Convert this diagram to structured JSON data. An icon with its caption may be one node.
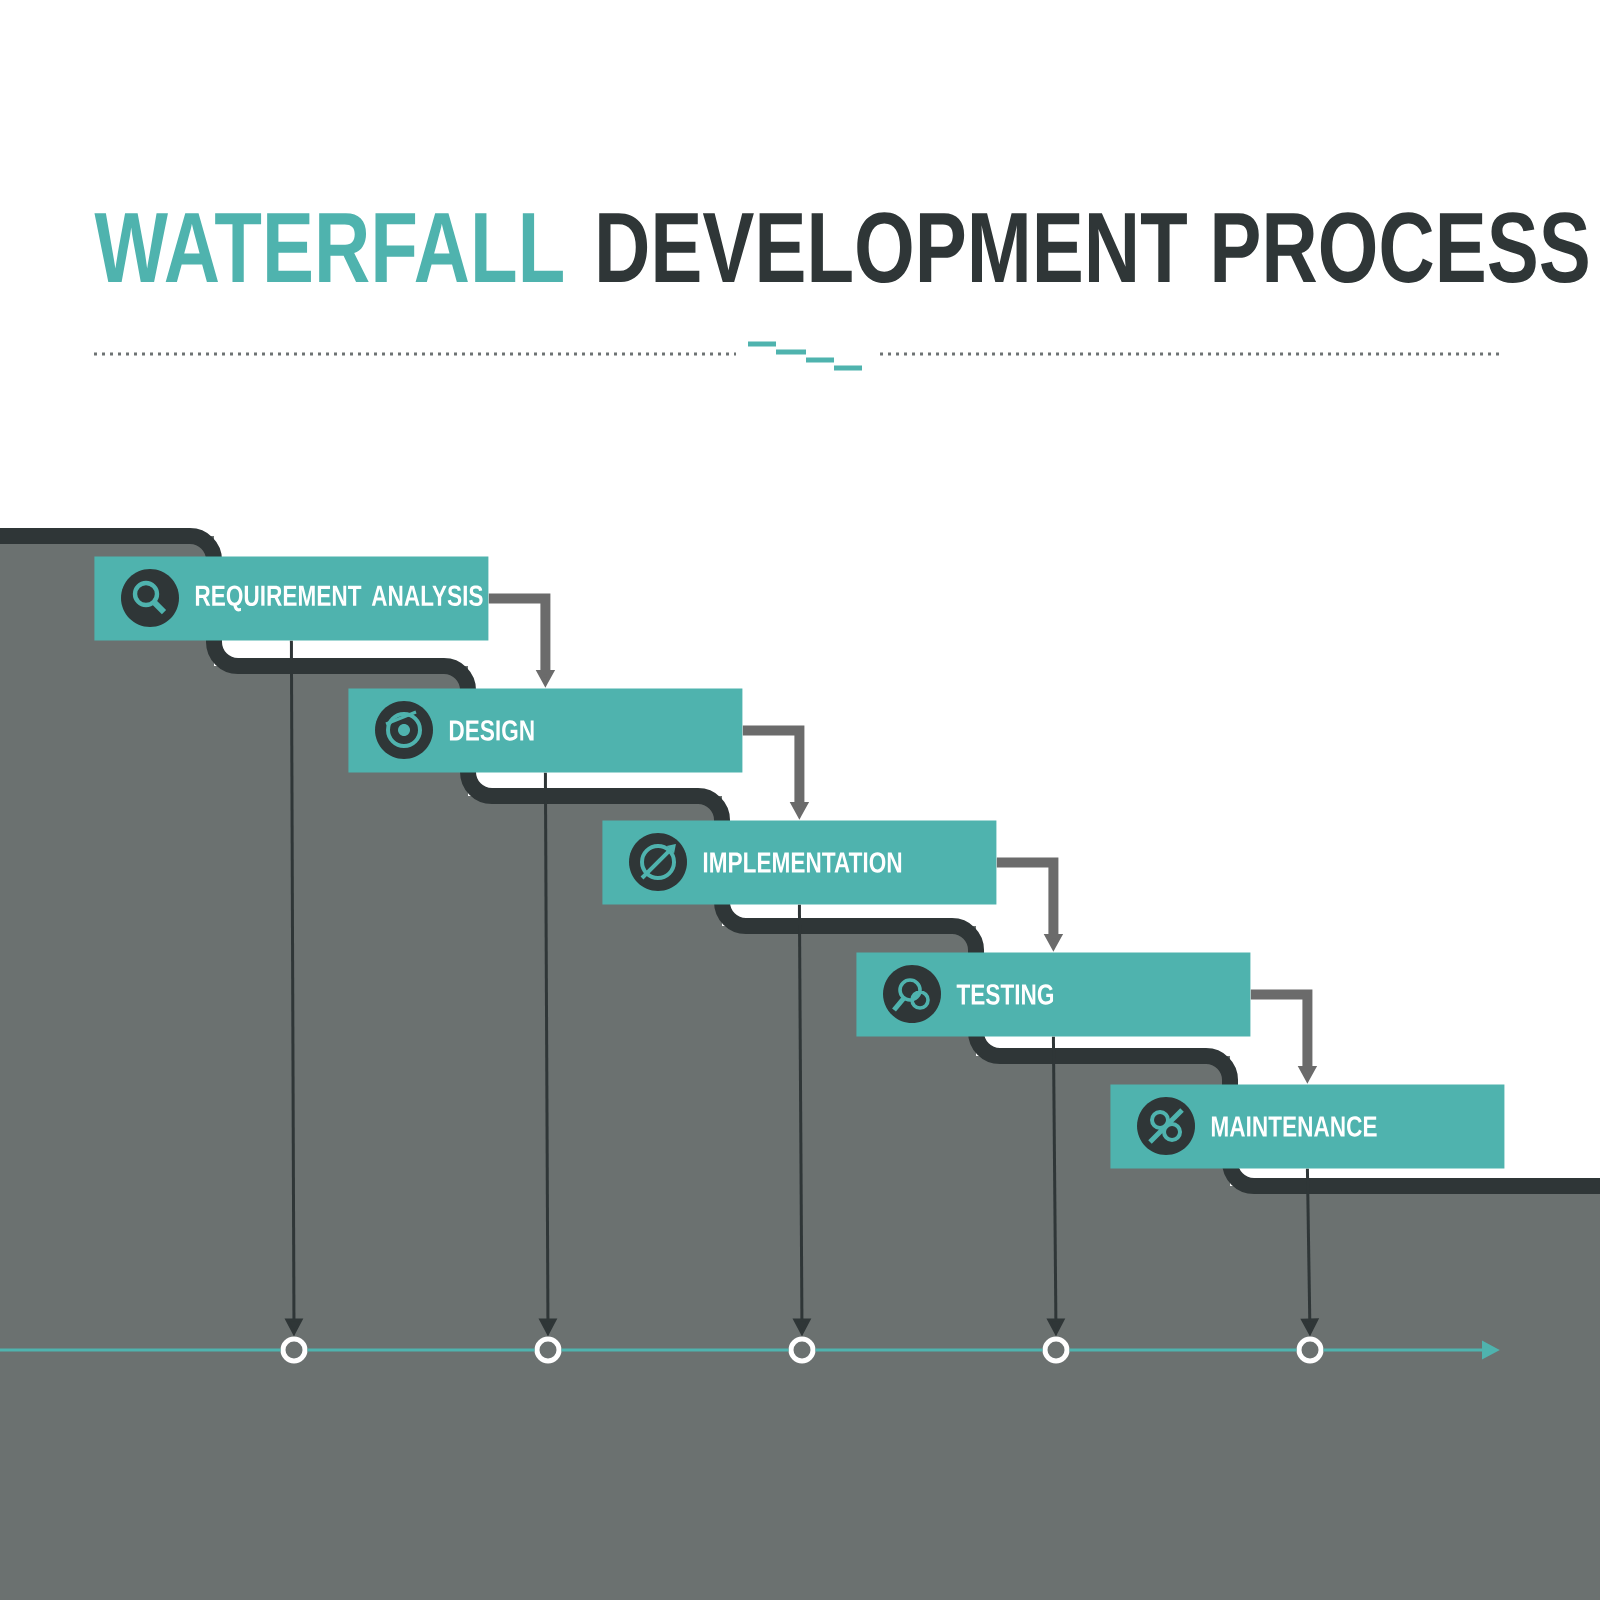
{
  "diagram": {
    "nodes": [
      {
        "text": [
          "REQUIREMENT ANALYSIS"
        ]
      },
      {
        "text": [
          "DESIGN"
        ]
      },
      {
        "text": [
          "IMPLEMENTATION"
        ]
      },
      {
        "text": [
          "TESTING"
        ]
      },
      {
        "text": [
          "MAINTENANCE"
        ]
      },
      {
        "text": [],
        "shape": "circle"
      },
      {
        "text": [],
        "shape": "circle"
      },
      {
        "text": [],
        "shape": "circle"
      },
      {
        "text": [],
        "shape": "circle"
      },
      {
        "text": [],
        "shape": "circle"
      }
    ],
    "edges": [
      {
        "from": 0,
        "to": 1,
        "arrow": "to",
        "style": "thick",
        "color": "#6b6b6b"
      },
      {
        "from": 1,
        "to": 2,
        "arrow": "to",
        "style": "thick",
        "color": "#6b6b6b"
      },
      {
        "from": 2,
        "to": 3,
        "arrow": "to",
        "style": "thick",
        "color": "#6b6b6b"
      },
      {
        "from": 3,
        "to": 4,
        "arrow": "to",
        "style": "thick",
        "color": "#6b6b6b"
      },
      {
        "from": 0,
        "to": 5,
        "arrow": "to",
        "color": "#2f3637"
      },
      {
        "from": 1,
        "to": 6,
        "arrow": "to",
        "color": "#2f3637"
      },
      {
        "from": 2,
        "to": 7,
        "arrow": "to",
        "color": "#2f3637"
      },
      {
        "from": 3,
        "to": 8,
        "arrow": "to",
        "color": "#2f3637"
      },
      {
        "from": 4,
        "to": 9,
        "arrow": "to",
        "color": "#2f3637"
      },
      {
        "from": null,
        "to": 5,
        "arrow": "none",
        "color": "#4fb3ae"
      },
      {
        "from": 5,
        "to": 6,
        "arrow": "none",
        "color": "#4fb3ae"
      },
      {
        "from": 6,
        "to": 7,
        "arrow": "none",
        "color": "#4fb3ae"
      },
      {
        "from": 7,
        "to": 8,
        "arrow": "none",
        "color": "#4fb3ae"
      },
      {
        "from": 8,
        "to": 9,
        "arrow": "none",
        "color": "#4fb3ae"
      },
      {
        "from": 9,
        "to": null,
        "arrow": "to",
        "color": "#4fb3ae"
      }
    ],
    "labels": [
      "WATERFALL",
      "DEVELOPMENT PROCESS"
    ]
  }
}
